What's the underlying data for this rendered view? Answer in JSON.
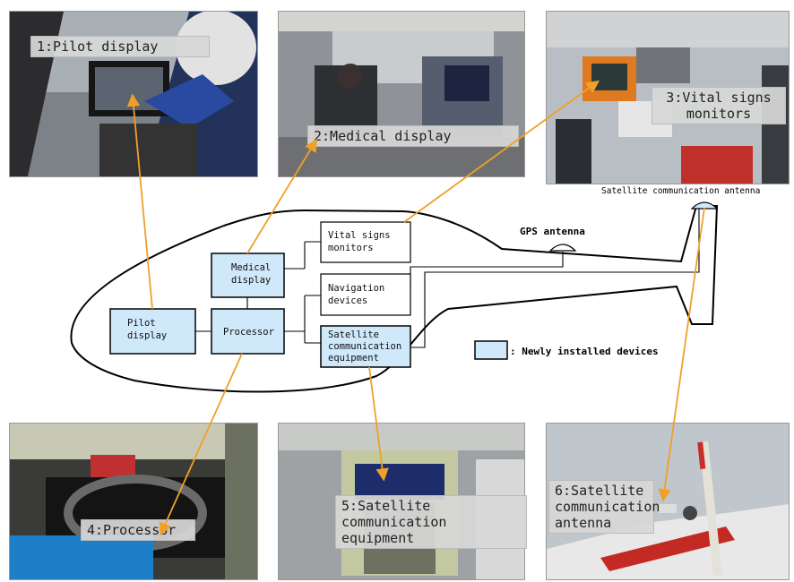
{
  "photos": [
    {
      "id": 1,
      "caption": "1:Pilot display"
    },
    {
      "id": 2,
      "caption": "2:Medical display"
    },
    {
      "id": 3,
      "caption": "3:Vital signs\nmonitors"
    },
    {
      "id": 4,
      "caption": "4:Processor"
    },
    {
      "id": 5,
      "caption": "5:Satellite communication\nequipment"
    },
    {
      "id": 6,
      "caption": "6:Satellite\ncommunication\nantenna"
    }
  ],
  "diagram": {
    "boxes": {
      "pilot_display": "Pilot\ndisplay",
      "medical_display": "Medical\ndisplay",
      "processor": "Processor",
      "vital_signs": "Vital signs\nmonitors",
      "navigation": "Navigation\ndevices",
      "satcom": "Satellite\ncommunication\nequipment"
    },
    "gps_antenna": "GPS antenna",
    "sat_antenna": "Satellite communication antenna",
    "legend": ": Newly installed devices"
  },
  "colors": {
    "new_device_fill": "#cfe8fa",
    "leader_line": "#f0a028",
    "outline": "#000000"
  }
}
